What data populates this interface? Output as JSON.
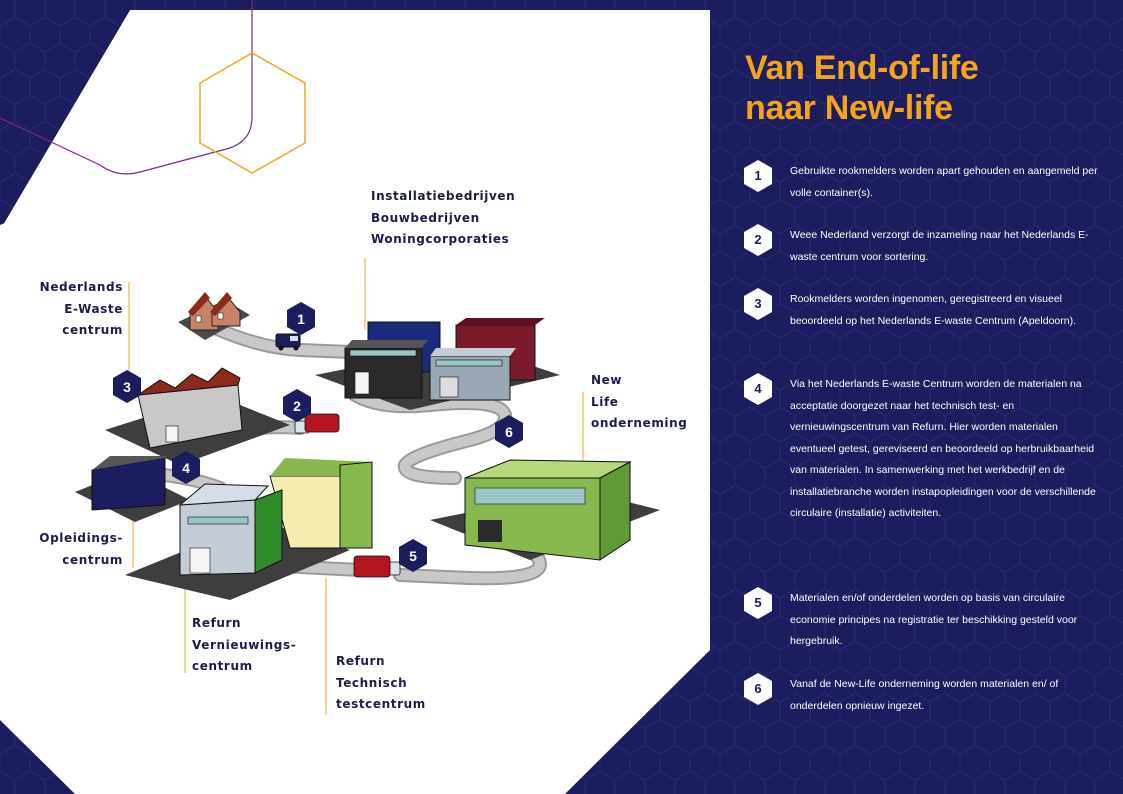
{
  "title": "Van End-of-life\nnaar New-life",
  "colors": {
    "background": "#1b1d5e",
    "accent": "#f5a31b",
    "purple_line": "#7a2a8a"
  },
  "map_labels": {
    "installatie": "Installatiebedrijven\nBouwbedrijven\nWoningcorporaties",
    "ewaste": "Nederlands\nE-Waste\ncentrum",
    "newlife": "New\nLife\nonderneming",
    "opleiding": "Opleidings-\ncentrum",
    "refurn_vern": "Refurn\nVernieuwings-\ncentrum",
    "refurn_test": "Refurn\nTechnisch\ntestcentrum"
  },
  "map_markers": [
    "1",
    "2",
    "3",
    "4",
    "5",
    "6"
  ],
  "steps": [
    {
      "number": "1",
      "text": "Gebruikte rookmelders worden apart gehouden en aangemeld per volle container(s)."
    },
    {
      "number": "2",
      "text": "Weee Nederland verzorgt de inzameling naar het Nederlands E-waste centrum voor sortering."
    },
    {
      "number": "3",
      "text": "Rookmelders worden ingenomen, geregistreerd en visueel beoordeeld op het Nederlands E-waste Centrum (Apeldoorn)."
    },
    {
      "number": "4",
      "text": "Via het Nederlands E-waste Centrum worden de materialen na acceptatie doorgezet naar het technisch test- en vernieuwingscentrum van Refurn. Hier worden materialen eventueel getest, gereviseerd en beoordeeld op herbruikbaarheid van materialen. In samenwerking met het werkbedrijf en de installatiebranche worden instapopleidingen voor de verschillende circulaire (installatie) activiteiten."
    },
    {
      "number": "5",
      "text": "Materialen en/of onderdelen worden op basis van circulaire economie principes na registratie ter beschikking gesteld voor hergebruik."
    },
    {
      "number": "6",
      "text": "Vanaf de New-Life onderneming worden materialen en/ of onderdelen opnieuw ingezet."
    }
  ]
}
